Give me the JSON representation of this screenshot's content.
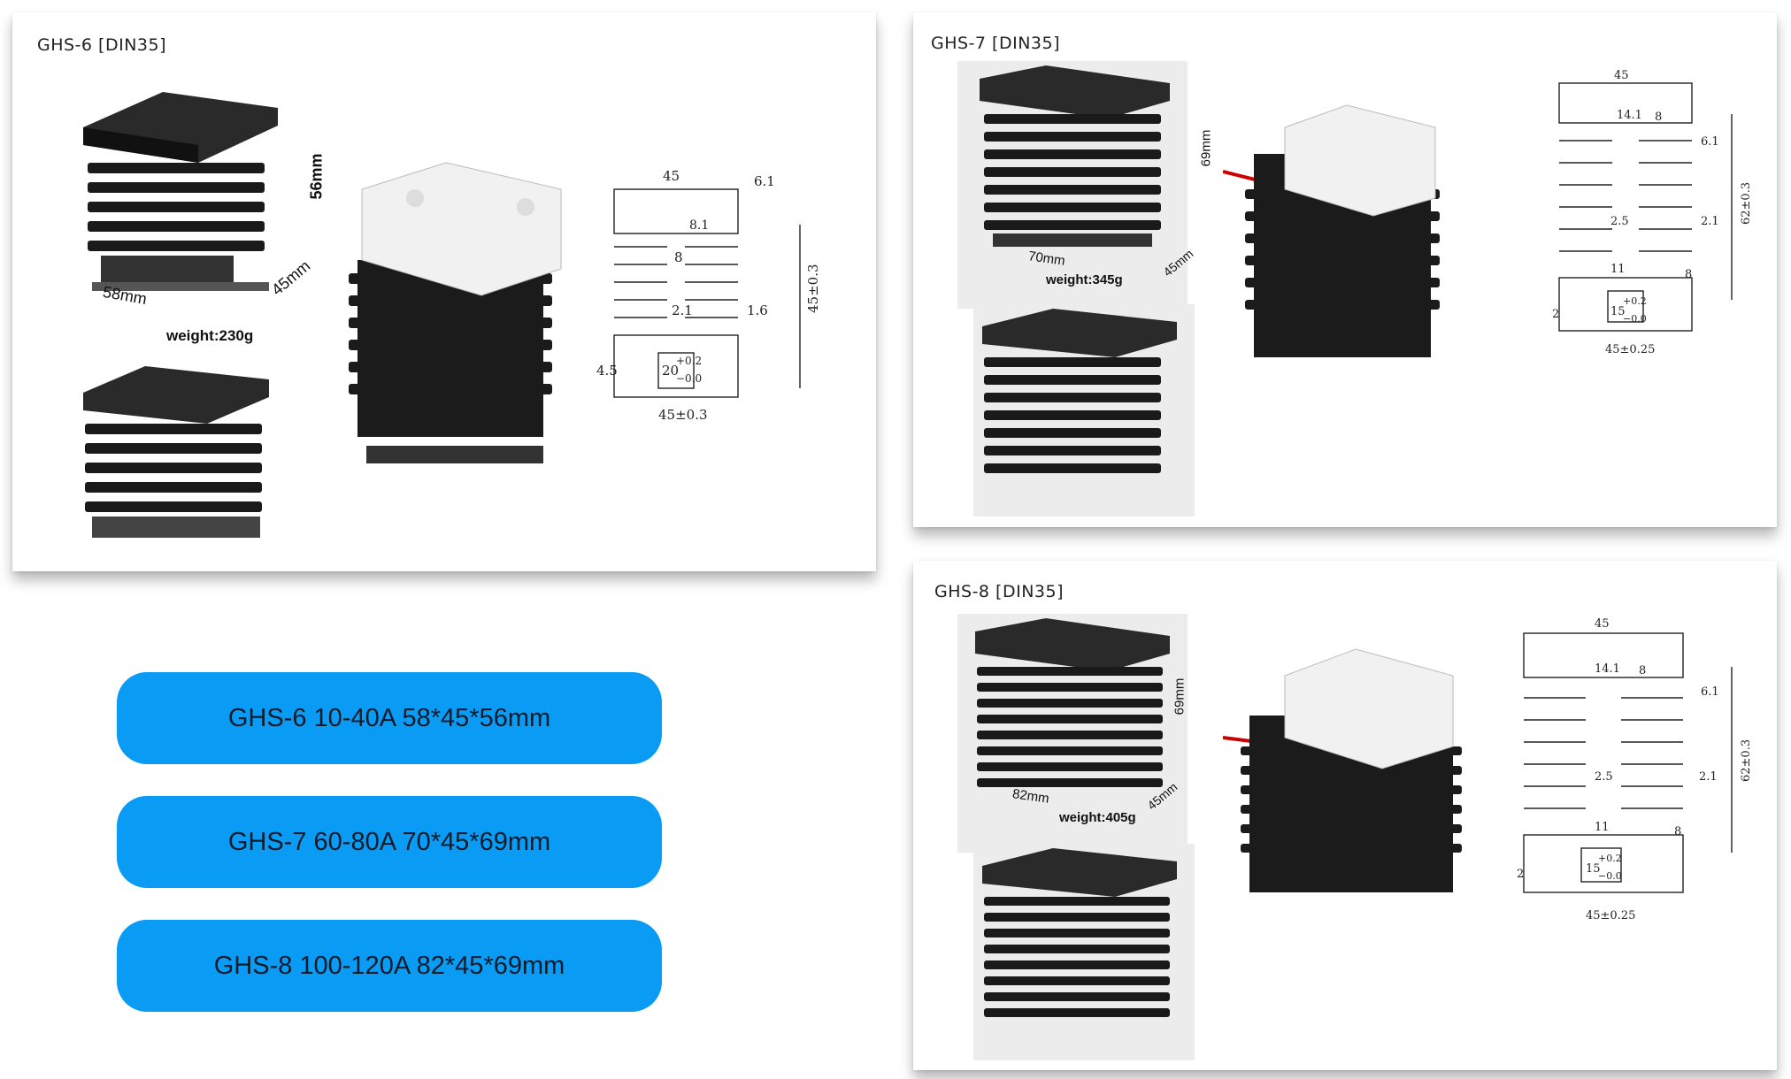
{
  "panels": {
    "ghs6": {
      "title": "GHS-6 [DIN35]",
      "height_label": "56mm",
      "length_label": "58mm",
      "width_label": "45mm",
      "weight": "weight:230g",
      "dims": {
        "top": "45",
        "top_right": "6.1",
        "fin_gap": "8.1",
        "gap": "8",
        "fin": "2.1",
        "fin_right": "1.6",
        "height": "45±0.3",
        "foot": "4.5",
        "slot": "20",
        "slot_tol_plus": "+0.2",
        "slot_tol_minus": "−0.0",
        "base": "45±0.3"
      }
    },
    "ghs7": {
      "title": "GHS-7 [DIN35]",
      "height_label": "69mm",
      "length_label": "70mm",
      "width_label": "45mm",
      "weight": "weight:345g",
      "dims": {
        "top": "45",
        "inner": "14.1",
        "eight": "8",
        "right": "6.1",
        "fin": "2.5",
        "fin_right": "2.1",
        "height": "62±0.3",
        "gap": "11",
        "eight2": "8",
        "foot": "2",
        "slot": "15",
        "slot_tol_plus": "+0.2",
        "slot_tol_minus": "−0.0",
        "base": "45±0.25"
      }
    },
    "ghs8": {
      "title": "GHS-8 [DIN35]",
      "height_label": "69mm",
      "length_label": "82mm",
      "width_label": "45mm",
      "weight": "weight:405g",
      "dims": {
        "top": "45",
        "inner": "14.1",
        "eight": "8",
        "right": "6.1",
        "fin": "2.5",
        "fin_right": "2.1",
        "height": "62±0.3",
        "gap": "11",
        "eight2": "8",
        "foot": "2",
        "slot": "15",
        "slot_tol_plus": "+0.2",
        "slot_tol_minus": "−0.0",
        "base": "45±0.25"
      }
    }
  },
  "specs": [
    {
      "label": "GHS-6 10-40A 58*45*56mm"
    },
    {
      "label": "GHS-7 60-80A 70*45*69mm"
    },
    {
      "label": "GHS-8 100-120A 82*45*69mm"
    }
  ],
  "colors": {
    "pill": "#0a9cf5",
    "heatsink": "#1b1b1b",
    "relay": "#f2f2f2"
  }
}
